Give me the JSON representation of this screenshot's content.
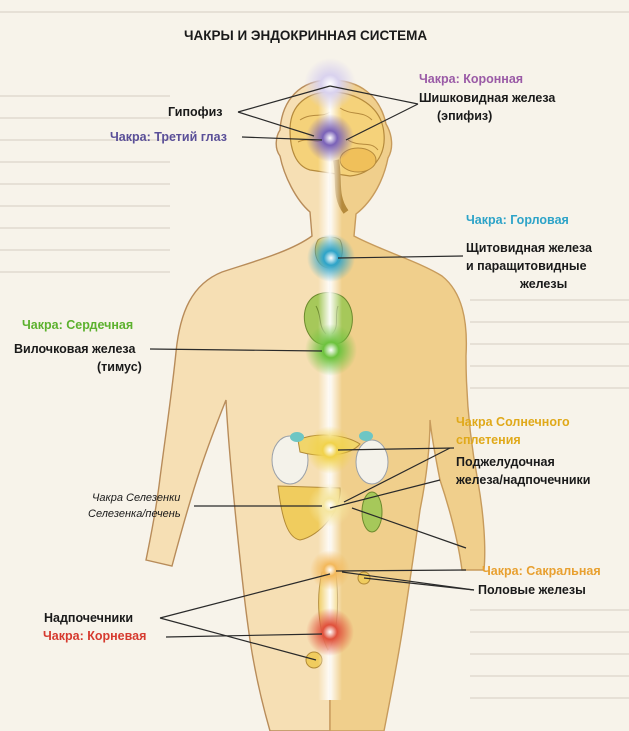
{
  "title": "ЧАКРЫ И ЭНДОКРИННАЯ СИСТЕМА",
  "colors": {
    "crown": "#9a5aa6",
    "third_eye": "#5a4f98",
    "throat": "#2da3c8",
    "heart": "#5cb12e",
    "solar": "#e0a91a",
    "sacral": "#e8a030",
    "root": "#d63a2f",
    "text": "#1a1a1a"
  },
  "labels": {
    "crown_chakra": "Чакра: Коронная",
    "pineal_1": "Шишковидная железа",
    "pineal_2": "(эпифиз)",
    "pituitary": "Гипофиз",
    "third_eye_chakra": "Чакра: Третий глаз",
    "throat_chakra": "Чакра: Горловая",
    "thyroid_1": "Щитовидная железа",
    "thyroid_2": "и паращитовидные",
    "thyroid_3": "железы",
    "heart_chakra": "Чакра: Сердечная",
    "thymus_1": "Вилочковая железа",
    "thymus_2": "(тимус)",
    "solar_chakra_1": "Чакра Солнечного",
    "solar_chakra_2": "сплетения",
    "pancreas_1": "Поджелудочная",
    "pancreas_2": "железа/надпочечники",
    "spleen_chakra": "Чакра Селезенки",
    "spleen_liver": "Селезенка/печень",
    "sacral_chakra": "Чакра: Сакральная",
    "gonads": "Половые железы",
    "adrenals": "Надпочечники",
    "root_chakra": "Чакра: Корневая"
  }
}
